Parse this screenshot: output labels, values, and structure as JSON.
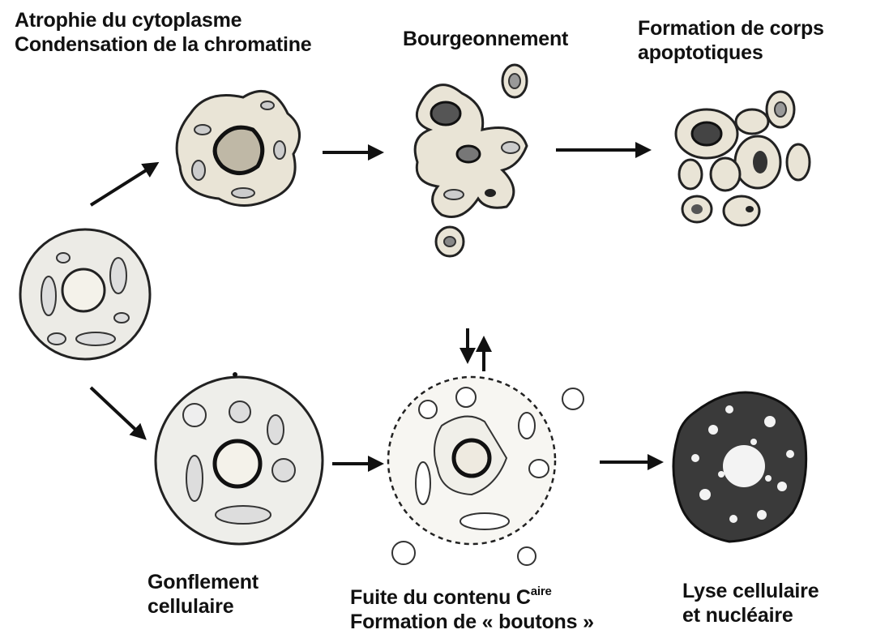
{
  "labels": {
    "atrophy": {
      "line1": "Atrophie du cytoplasme",
      "line2": "Condensation de la chromatine"
    },
    "budding": {
      "line1": "Bourgeonnement"
    },
    "apoptotic_bodies": {
      "line1": "Formation de corps",
      "line2": "apoptotiques"
    },
    "swelling": {
      "line1": "Gonflement",
      "line2": "cellulaire"
    },
    "leakage": {
      "line1_prefix": "Fuite du contenu C",
      "line1_sup": "aire",
      "line2": "Formation de « boutons »"
    },
    "lysis": {
      "line1": "Lyse cellulaire",
      "line2": "et nucléaire"
    }
  },
  "colors": {
    "ink": "#111111",
    "cell_fill": "#e9e4d6",
    "dark_fill": "#2a2a2a",
    "paper": "#ffffff"
  }
}
